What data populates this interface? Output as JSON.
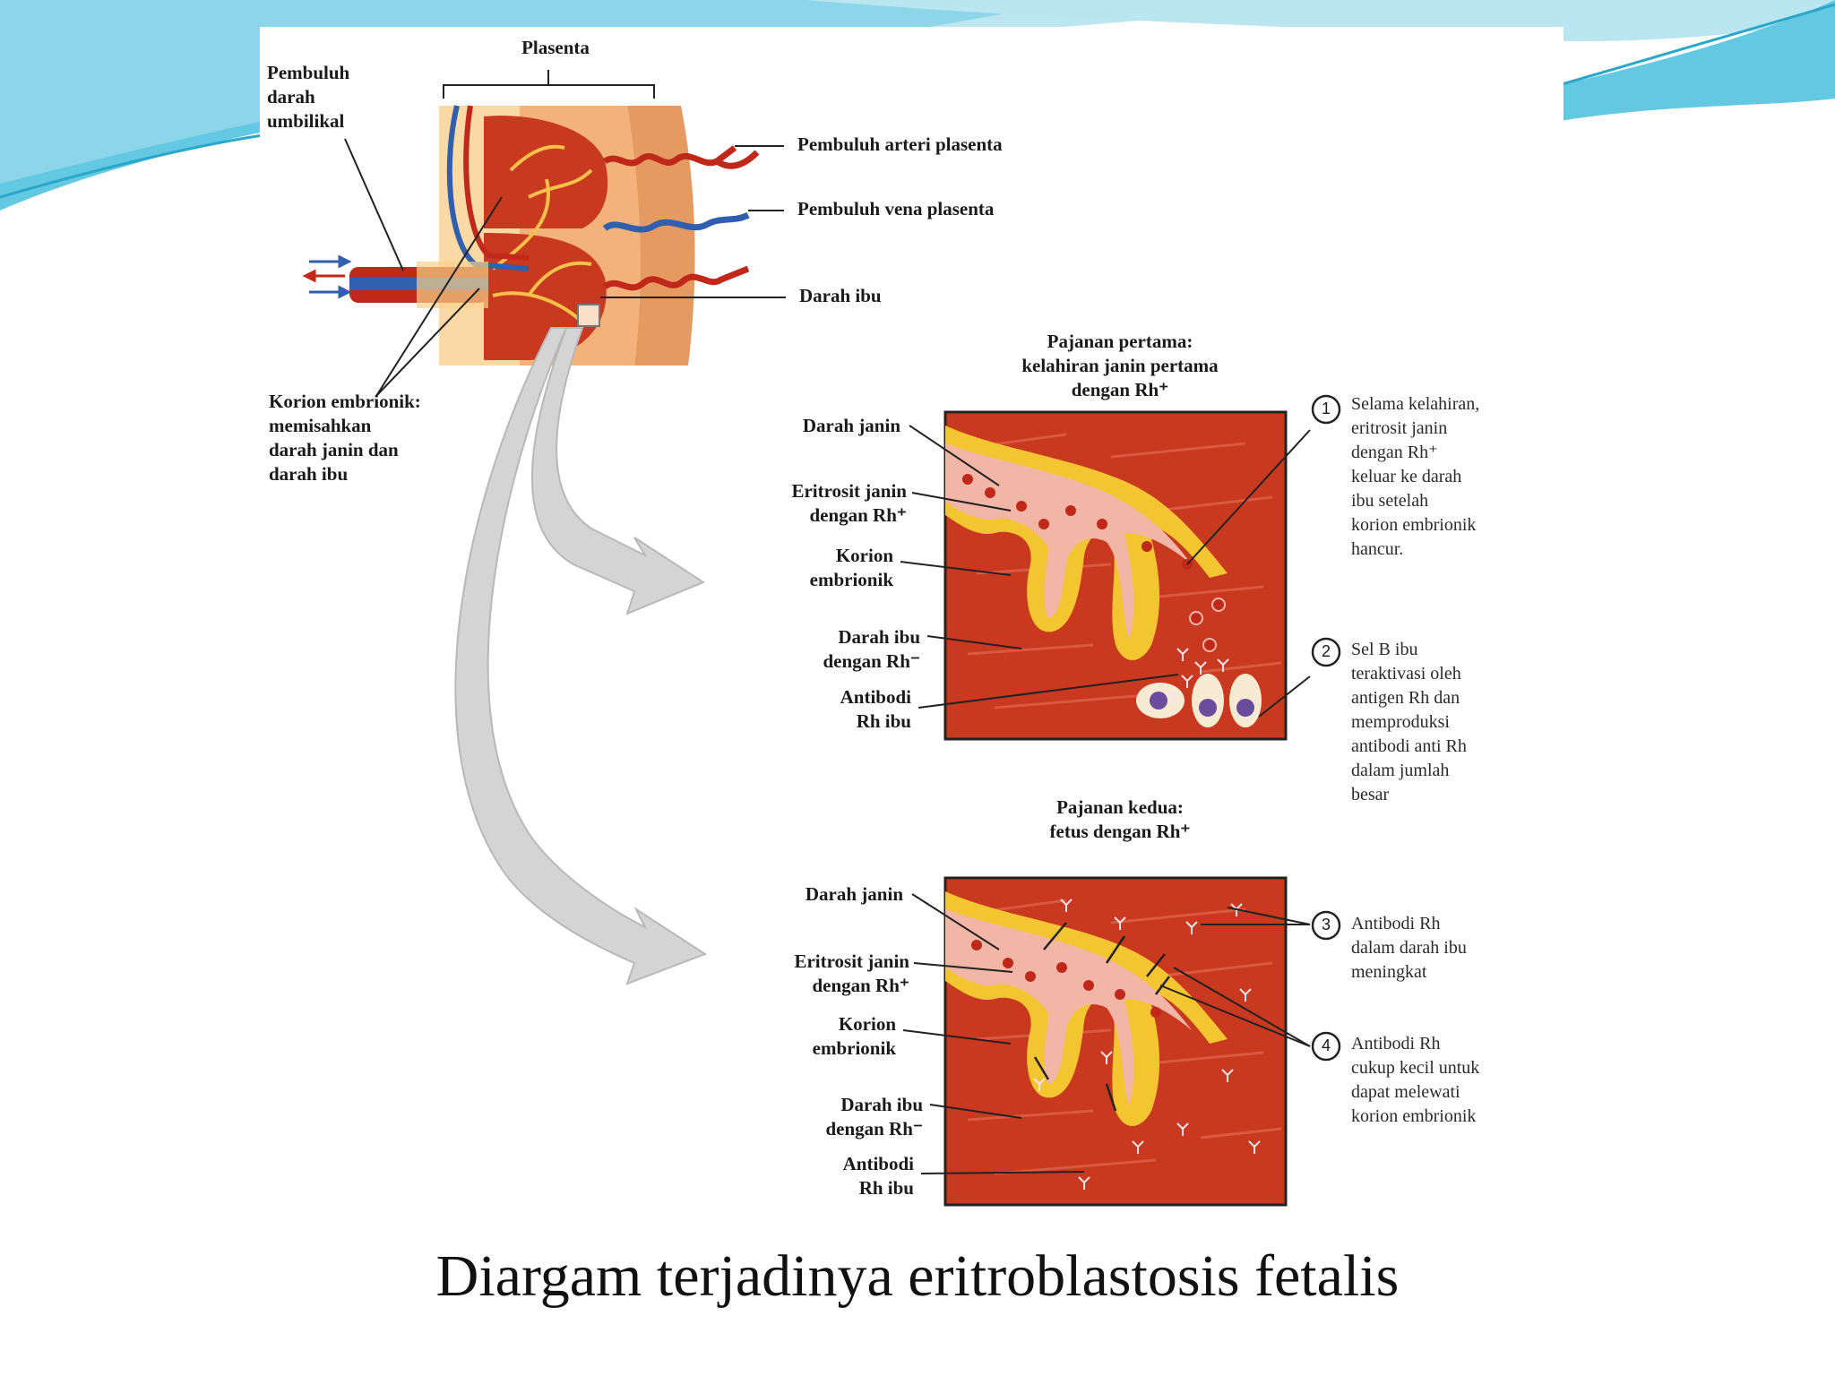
{
  "caption": "Diargam terjadinya eritroblastosis fetalis",
  "top_diagram": {
    "plasenta": "Plasenta",
    "pembuluh_umbilikal": [
      "Pembuluh",
      "darah",
      "umbilikal"
    ],
    "arteri_plasenta": "Pembuluh arteri plasenta",
    "vena_plasenta": "Pembuluh vena plasenta",
    "darah_ibu": "Darah ibu",
    "korion": [
      "Korion embrionik:",
      "memisahkan",
      "darah janin dan",
      "darah ibu"
    ]
  },
  "panel1": {
    "title": [
      "Pajanan pertama:",
      "kelahiran janin pertama",
      "dengan Rh⁺"
    ],
    "labels": {
      "darah_janin": "Darah janin",
      "eritrosit": [
        "Eritrosit janin",
        "dengan Rh⁺"
      ],
      "korion": [
        "Korion",
        "embrionik"
      ],
      "darah_ibu": [
        "Darah ibu",
        "dengan Rh⁻"
      ],
      "antibodi": [
        "Antibodi",
        "Rh ibu"
      ]
    },
    "step1": {
      "number": "1",
      "text": [
        "Selama kelahiran,",
        "eritrosit janin",
        "dengan Rh⁺",
        "keluar ke darah",
        "ibu setelah",
        "korion embrionik",
        "hancur."
      ]
    },
    "step2": {
      "number": "2",
      "text": [
        "Sel B ibu",
        "teraktivasi oleh",
        "antigen Rh dan",
        "memproduksi",
        "antibodi anti Rh",
        "dalam jumlah",
        "besar"
      ]
    }
  },
  "panel2": {
    "title": [
      "Pajanan kedua:",
      "fetus dengan Rh⁺"
    ],
    "labels": {
      "darah_janin": "Darah janin",
      "eritrosit": [
        "Eritrosit janin",
        "dengan Rh⁺"
      ],
      "korion": [
        "Korion",
        "embrionik"
      ],
      "darah_ibu": [
        "Darah ibu",
        "dengan Rh⁻"
      ],
      "antibodi": [
        "Antibodi",
        "Rh ibu"
      ]
    },
    "step3": {
      "number": "3",
      "text": [
        "Antibodi Rh",
        "dalam darah ibu",
        "meningkat"
      ]
    },
    "step4": {
      "number": "4",
      "text": [
        "Antibodi Rh",
        "cukup kecil untuk",
        "dapat melewati",
        "korion embrionik"
      ]
    }
  },
  "colors": {
    "tissue": "#c8391f",
    "chorion": "#f2c531",
    "artery": "#c0281a",
    "vein": "#2f5fae",
    "placenta_tan": "#f2b27a",
    "arrow_gray": "#cfcfcf",
    "slide_accent": "#5ec8e0"
  }
}
